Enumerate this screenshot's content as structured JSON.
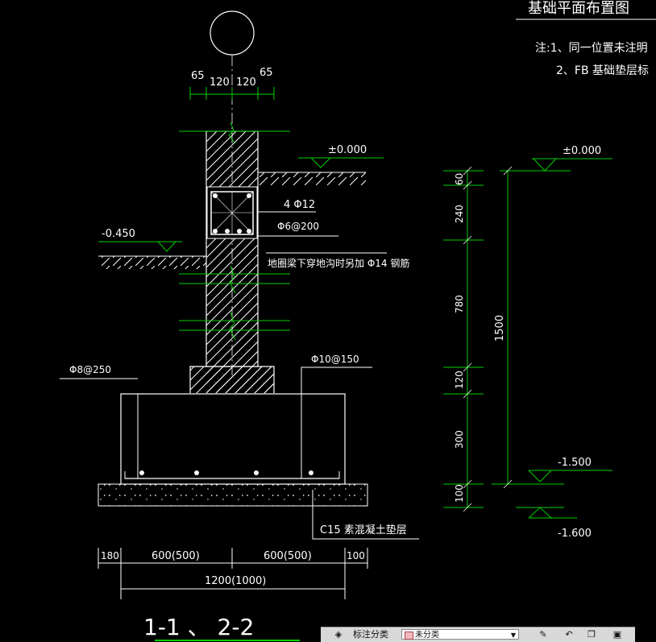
{
  "drawing": {
    "header_title": "基础平面布置图",
    "notes": [
      "注:1、同一位置未注明",
      "2、FB 基础垫层标"
    ],
    "top_dims": [
      "65",
      "120",
      "120",
      "65"
    ],
    "elev_top_left": "±0.000",
    "elev_top_right": "±0.000",
    "elev_m045": "-0.450",
    "elev_m1500": "-1.500",
    "elev_m1600": "-1.600",
    "rebar_main": "4 Φ12",
    "rebar_stirrup": "Φ6@200",
    "note_trench": "地圈梁下穿地沟时另加 Φ14 钢筋",
    "rebar_left": "Φ8@250",
    "rebar_right": "Φ10@150",
    "cushion": "C15 素混凝土垫层",
    "vert_dims": [
      "60",
      "240",
      "780",
      "120",
      "300",
      "100"
    ],
    "vert_total": "1500",
    "bottom_dims": [
      "180",
      "600(500)",
      "600(500)",
      "100"
    ],
    "bottom_total": "1200(1000)",
    "section_title": "1-1 、 2-2"
  },
  "toolbar": {
    "icon1": "layers-icon",
    "label": "标注分类",
    "layer_name": "未分类",
    "layer_color": "#f2b7c0",
    "tools": [
      "pen-icon",
      "undo-icon",
      "copy-icon",
      "save-icon"
    ]
  },
  "colors": {
    "line_white": "#ffffff",
    "line_green": "#00d000",
    "text_white": "#ffffff",
    "background": "#000000"
  }
}
